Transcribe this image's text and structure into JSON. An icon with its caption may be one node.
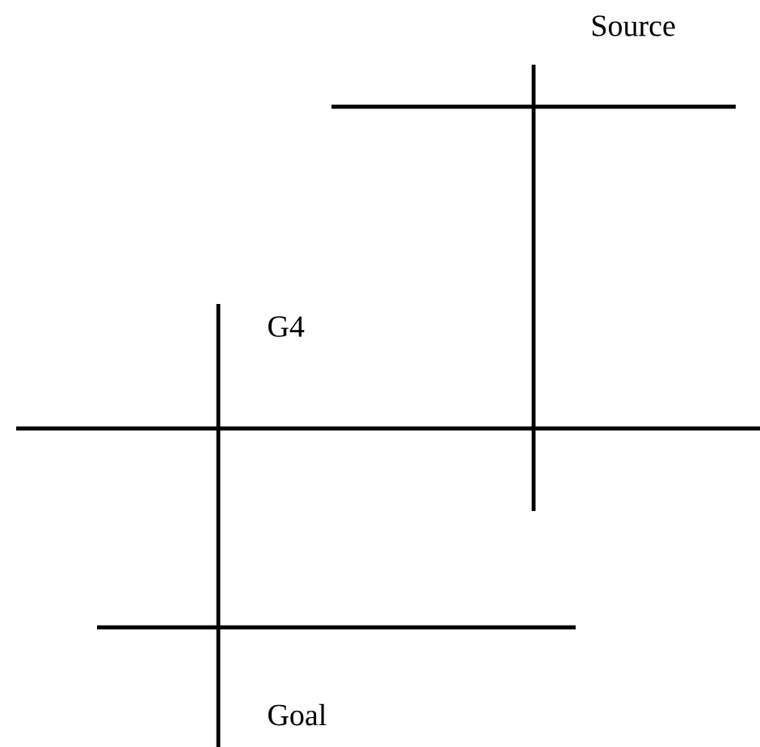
{
  "diagram": {
    "labels": [
      "Source",
      "G4",
      "Goal"
    ]
  }
}
